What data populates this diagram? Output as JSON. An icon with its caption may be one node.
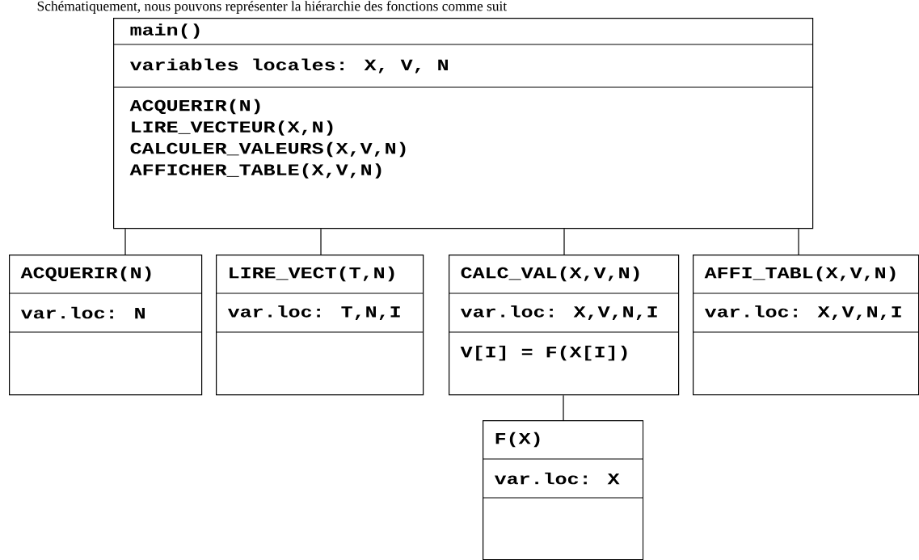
{
  "diagram": {
    "nodes": [
      {
        "text": [
          "main()",
          "variables locales: X, V, N",
          "ACQUERIR(N)",
          "LIRE_VECTEUR(X,N)",
          "CALCULER_VALEURS(X,V,N)",
          "AFFICHER_TABLE(X,V,N)"
        ]
      },
      {
        "text": [
          "ACQUERIR(N)",
          "var.loc: N"
        ]
      },
      {
        "text": [
          "LIRE_VECT(T,N)",
          "var.loc: T,N,I"
        ]
      },
      {
        "text": [
          "CALC_VAL(X,V,N)",
          "var.loc: X,V,N,I",
          "V[I] = F(X[I])"
        ]
      },
      {
        "text": [
          "AFFI_TABL(X,V,N)",
          "var.loc: X,V,N,I"
        ]
      },
      {
        "text": [
          "F(X)",
          "var.loc: X"
        ]
      }
    ],
    "edges": [
      {
        "from": 0,
        "to": 1,
        "arrow": "none"
      },
      {
        "from": 0,
        "to": 2,
        "arrow": "none"
      },
      {
        "from": 0,
        "to": 3,
        "arrow": "none"
      },
      {
        "from": 0,
        "to": 4,
        "arrow": "none"
      },
      {
        "from": 3,
        "to": 5,
        "arrow": "none"
      }
    ],
    "labels": [
      "Schématiquement, nous pouvons représenter la hiérarchie des fonctions comme suit"
    ]
  }
}
